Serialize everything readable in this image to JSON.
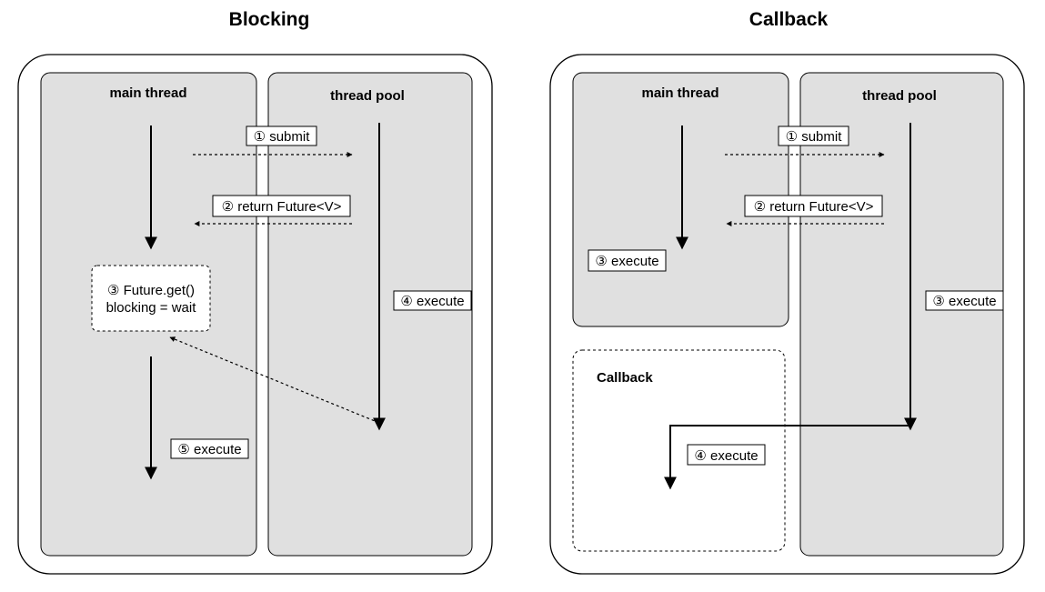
{
  "blocking": {
    "title": "Blocking",
    "main_thread": "main thread",
    "thread_pool": "thread pool",
    "submit": "① submit",
    "return_future": "② return Future<V>",
    "future_get_line1": "③ Future.get()",
    "future_get_line2": "blocking = wait",
    "execute_pool": "④ execute",
    "execute_main": "⑤ execute"
  },
  "callback": {
    "title": "Callback",
    "main_thread": "main thread",
    "thread_pool": "thread pool",
    "submit": "① submit",
    "return_future": "② return Future<V>",
    "execute_main": "③ execute",
    "execute_pool": "③ execute",
    "callback_box": "Callback",
    "execute_callback": "④ execute"
  }
}
